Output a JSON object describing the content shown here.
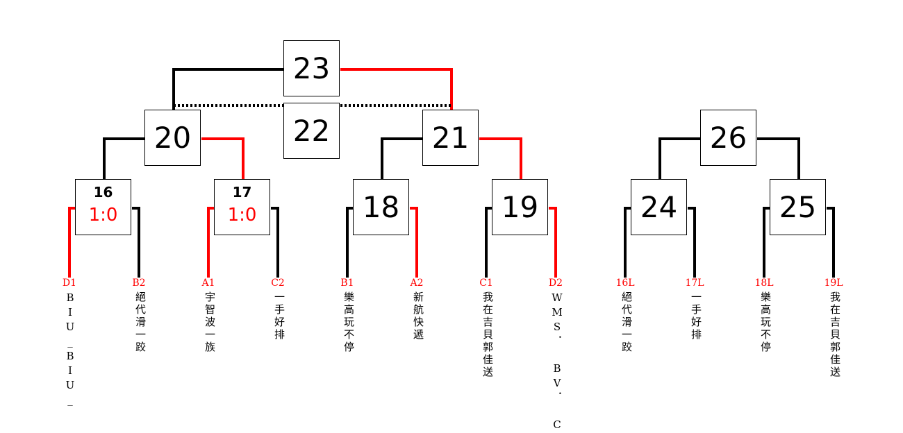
{
  "colors": {
    "win": "#ff0000",
    "line": "#000000"
  },
  "matches": [
    {
      "id": "23",
      "result": null
    },
    {
      "id": "22",
      "result": null
    },
    {
      "id": "20",
      "result": null
    },
    {
      "id": "21",
      "result": null
    },
    {
      "id": "26",
      "result": null
    },
    {
      "id": "16",
      "result": "1:0"
    },
    {
      "id": "17",
      "result": "1:0"
    },
    {
      "id": "18",
      "result": null
    },
    {
      "id": "19",
      "result": null
    },
    {
      "id": "24",
      "result": null
    },
    {
      "id": "25",
      "result": null
    }
  ],
  "entries": [
    {
      "seed": "D1",
      "team": "BIU_BIU_"
    },
    {
      "seed": "B2",
      "team": "絕代滑一跤"
    },
    {
      "seed": "A1",
      "team": "宇智波一族"
    },
    {
      "seed": "C2",
      "team": "一手好排"
    },
    {
      "seed": "B1",
      "team": "樂高玩不停"
    },
    {
      "seed": "A2",
      "team": "新航快遞"
    },
    {
      "seed": "C1",
      "team": "我在吉貝郭佳送"
    },
    {
      "seed": "D2",
      "team": "WMS． BV． C"
    },
    {
      "seed": "16L",
      "team": "絕代滑一跤"
    },
    {
      "seed": "17L",
      "team": "一手好排"
    },
    {
      "seed": "18L",
      "team": "樂高玩不停"
    },
    {
      "seed": "19L",
      "team": "我在吉貝郭佳送"
    }
  ]
}
